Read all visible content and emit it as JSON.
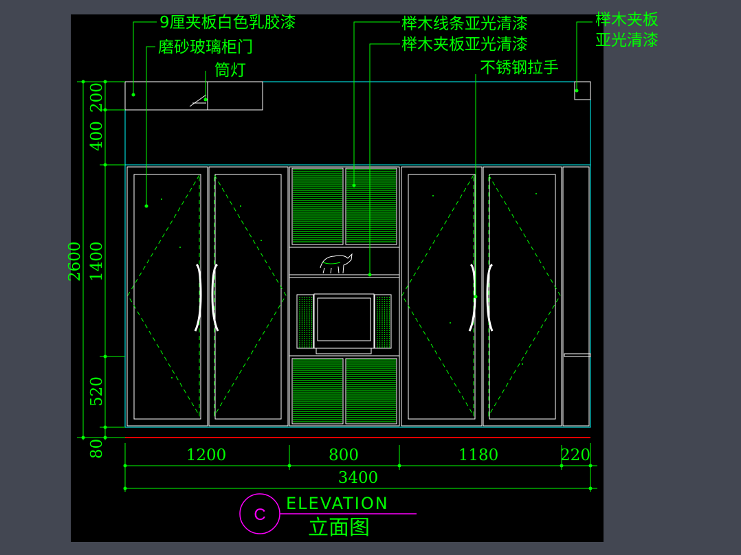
{
  "labels": {
    "veneer_white": "9厘夹板白色乳胶漆",
    "frosted_glass": "磨砂玻璃柜门",
    "downlight": "筒灯",
    "beech_trim": "榉木线条亚光清漆",
    "beech_plywood": "榉木夹板亚光清漆",
    "beech_plywood_right_l1": "榉木夹板",
    "beech_plywood_right_l2": "亚光清漆",
    "steel_handle": "不锈钢拉手"
  },
  "dims_vertical": {
    "d200": "200",
    "d400": "400",
    "d1400": "1400",
    "d2600": "2600",
    "d520": "520",
    "d80": "80"
  },
  "dims_horizontal": {
    "d1200": "1200",
    "d800": "800",
    "d1180": "1180",
    "d220": "220",
    "d3400": "3400"
  },
  "title": {
    "marker": "C",
    "en": "ELEVATION",
    "cn": "立面图"
  },
  "colors": {
    "background": "#434752",
    "canvas": "#000000",
    "annotation": "#00ff00",
    "outline": "#ffffff",
    "ceiling": "#00ffff",
    "title_marker": "#ff00ff",
    "floor": "#ff0000"
  }
}
